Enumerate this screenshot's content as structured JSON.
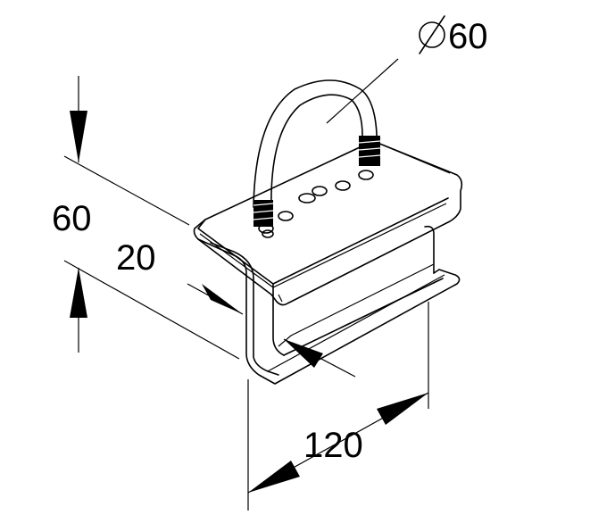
{
  "dimensions": {
    "diameter": "60",
    "height": "60",
    "depth": "20",
    "width": "120"
  },
  "colors": {
    "line": "#000000",
    "background": "#ffffff"
  }
}
